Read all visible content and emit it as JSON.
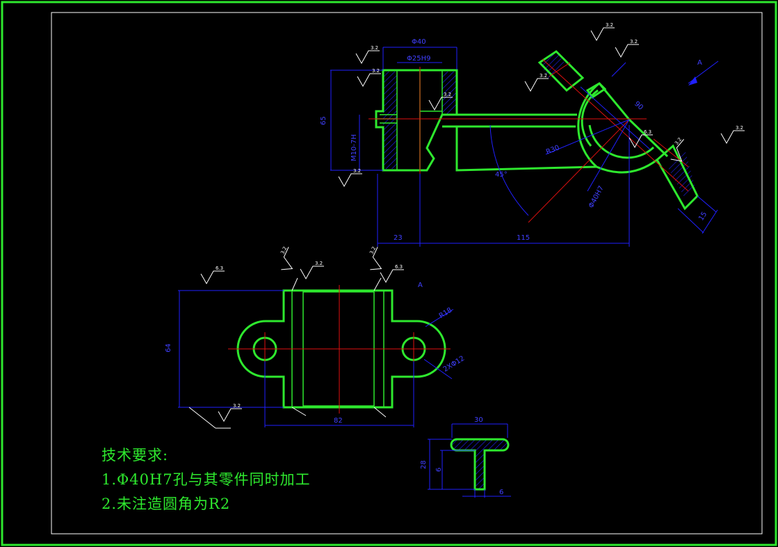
{
  "drawing": {
    "dimensions": {
      "phi40": "Φ40",
      "phi25h9": "Φ25H9",
      "d65": "65",
      "m10": "M10-7H",
      "r30": "R30",
      "a45": "45°",
      "d23": "23",
      "d115": "115",
      "phi40h7": "Φ40H7",
      "d15": "15",
      "d90": "90",
      "d64": "64",
      "d82": "82",
      "r18": "R18",
      "holes": "2XΦ12",
      "d30": "30",
      "d28": "28",
      "d6a": "6",
      "d6b": "6",
      "view_label_1": "A",
      "view_label_2": "A"
    },
    "roughness": [
      "3.2",
      "3.2",
      "3.2",
      "3.2",
      "3.2",
      "3.2",
      "3.2",
      "3.2",
      "3.2",
      "6.3",
      "6.3",
      "3.2",
      "3.2",
      "3.2",
      "3.2",
      "6.3"
    ]
  },
  "notes": {
    "heading": "技术要求:",
    "line1": "1.Φ40H7孔与其零件同时加工",
    "line2": "2.未注造圆角为R2"
  },
  "colors": {
    "outline": "#2ee82e",
    "dimension": "#2020ff",
    "centerline": "#e01010",
    "leader": "#ffffff",
    "background": "#000000"
  }
}
